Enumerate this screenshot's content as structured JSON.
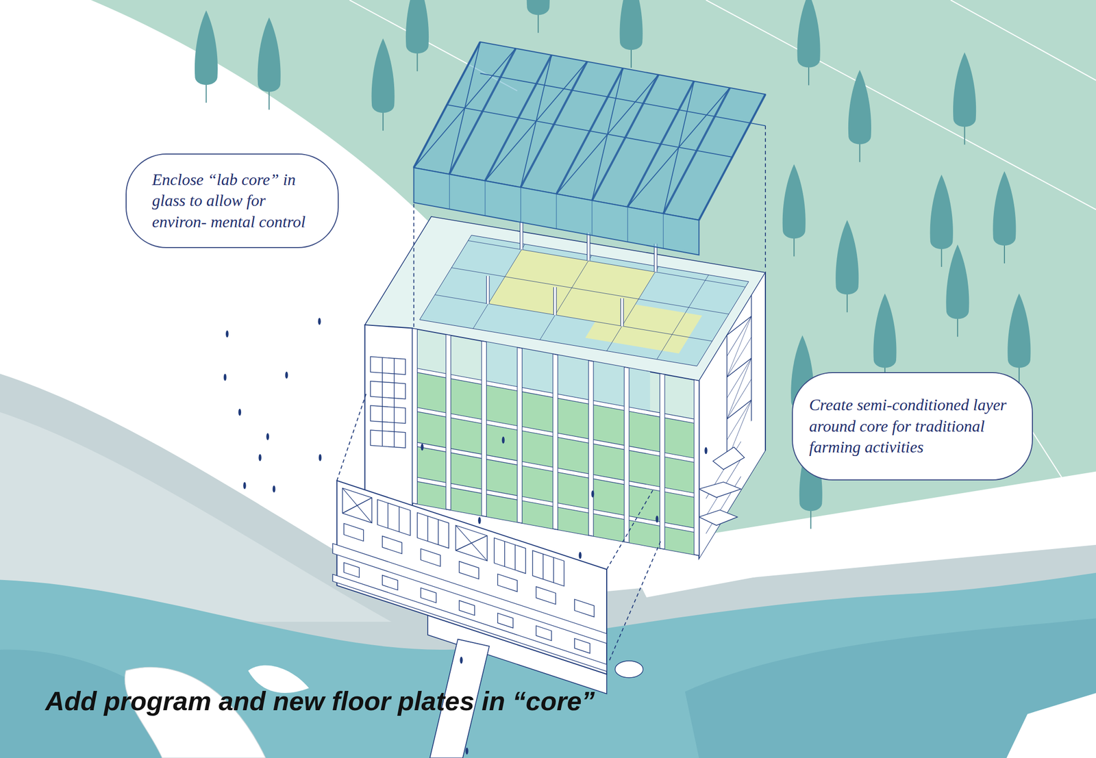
{
  "diagram": {
    "caption": "Add program and new floor plates in “core”",
    "nodes": [
      {
        "text": [
          "Enclose “lab core” in glass to allow for environ- mental control"
        ]
      },
      {
        "text": [
          "Create semi-conditioned layer around core for traditional farming activities"
        ]
      }
    ]
  }
}
